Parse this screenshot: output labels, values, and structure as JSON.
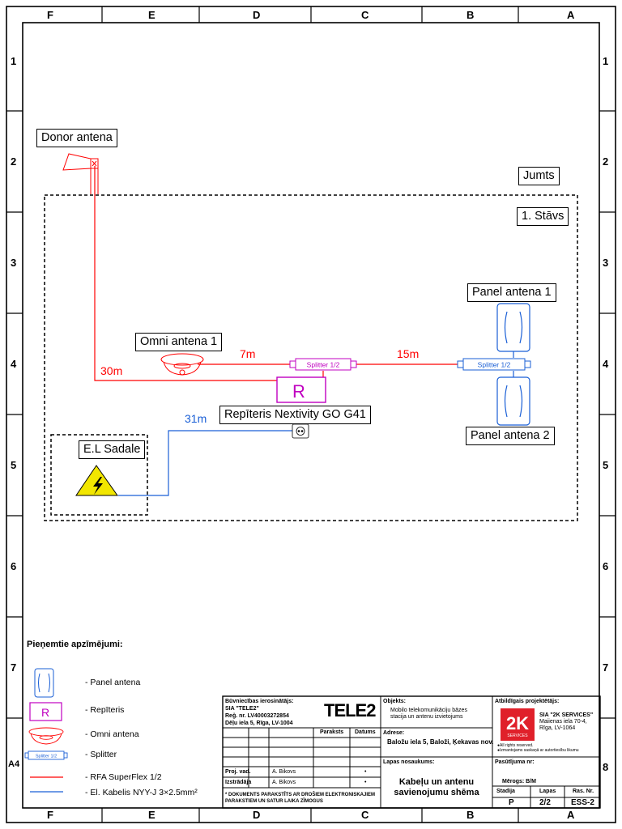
{
  "frame": {
    "col_labels": [
      "F",
      "E",
      "D",
      "C",
      "B",
      "A"
    ],
    "row_labels": [
      "1",
      "2",
      "3",
      "4",
      "5",
      "6",
      "7",
      "8"
    ],
    "sheet_size": "A4"
  },
  "diagram": {
    "zones": {
      "roof": "Jumts",
      "floor": "1. Stāvs"
    },
    "components": {
      "donor_antenna": "Donor antena",
      "omni_antenna": "Omni antena 1",
      "repeater": "Repīteris Nextivity GO G41",
      "repeater_symbol": "R",
      "panel_antenna_1": "Panel antena 1",
      "panel_antenna_2": "Panel antena 2",
      "power_board": "E.L Sadale",
      "splitter_red": "Splitter 1/2",
      "splitter_blue": "Splitter 1/2"
    },
    "cable_lengths": {
      "donor_to_repeater": "30m",
      "omni_to_splitter": "7m",
      "splitter_to_panels": "15m",
      "power_cable": "31m"
    },
    "colors": {
      "rf_cable": "#ff0000",
      "power_cable": "#1a5fd6",
      "repeater": "#c000c0",
      "splitter_blue": "#1a5fd6",
      "warning": "#f2e600"
    }
  },
  "legend": {
    "title": "Pieņemtie apzīmējumi:",
    "items": [
      {
        "icon": "panel-antenna-icon",
        "label": "- Panel antena"
      },
      {
        "icon": "repeater-icon",
        "label": "- Repīteris"
      },
      {
        "icon": "omni-antenna-icon",
        "label": "- Omni antena"
      },
      {
        "icon": "splitter-icon",
        "label": "- Splitter"
      },
      {
        "icon": "red-line-icon",
        "label": "- RFA SuperFlex 1/2"
      },
      {
        "icon": "blue-line-icon",
        "label": "- El. Kabelis NYY-J 3×2.5mm²"
      }
    ],
    "repeater_symbol": "R",
    "splitter_symbol": "Splitter 1/2"
  },
  "title_block": {
    "client_header": "Būvniecības ierosinātājs:",
    "client_name": "SIA \"TELE2\"",
    "client_reg": "Reģ. nr. LV40003272854",
    "client_address": "Dēļu iela 5, Rīga, LV-1004",
    "logo": "TELE2",
    "sign_header": "Paraksts",
    "date_header": "Datums",
    "object_header": "Objekts:",
    "object_text_1": "Mobilo telekomunikāciju bāzes",
    "object_text_2": "stacija un antenu izvietojums",
    "address_header": "Adrese:",
    "address_text": "Baložu iela 5, Baloži, Ķekavas nov.",
    "responsible_header": "Atbildīgais projektētājs:",
    "designer_logo_main": "2K",
    "designer_logo_sub": "SERVICES",
    "designer_name": "SIA \"2K SERVICES\"",
    "designer_street": "Maiienas iela 70-4,",
    "designer_city": "Rīga, LV-1064",
    "rights_1": "●All rights reserved.",
    "rights_2": "●Izmantojams saskaņā ar autortiesību likumu",
    "proj_vad_label": "Proj. vad.",
    "proj_vad_name": "A. Bikovs",
    "izstradaja_label": "Izstrādāja",
    "izstradaja_name": "A. Bikovs",
    "mark": "•",
    "note_1": "* DOKUMENTS PARAKSTĪTS AR DROŠIEM ELEKTRONISKAJIEM",
    "note_2": "PARAKSTIEM UN SATUR LAIKA ZĪMOGUS",
    "page_name_header": "Lapas nosaukums:",
    "page_name_1": "Kabeļu un antenu",
    "page_name_2": "savienojumu shēma",
    "order_header": "Pasūtījuma nr:",
    "scale_label": "Mērogs: B/M",
    "stage_header": "Stadija",
    "sheet_header": "Lapas",
    "drawing_no_header": "Ras. Nr.",
    "stage_value": "P",
    "sheet_value": "2/2",
    "drawing_no_value": "ESS-2"
  }
}
